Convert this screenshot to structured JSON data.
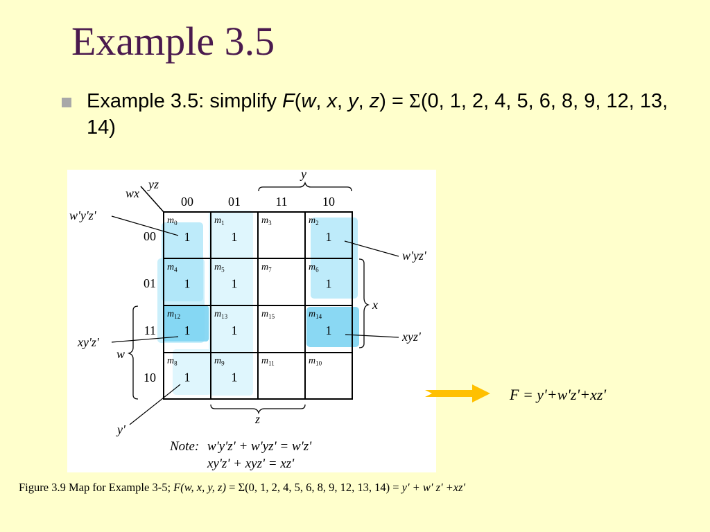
{
  "slide": {
    "title": "Example 3.5",
    "bullet": {
      "prefix": "Example 3.5: simplify ",
      "F": "F",
      "open": "(",
      "w": "w",
      "sep1": ", ",
      "x": "x",
      "sep2": ", ",
      "y": "y",
      "sep3": ", ",
      "z": "z",
      "close": ") = ",
      "sigma": "Σ",
      "minterms": "(0, 1, 2, 4, 5, 6, 8, 9, 12, 13, 14)"
    },
    "result": "F = y'+w'z'+xz'",
    "caption": {
      "text1": "Figure 3.9 Map for Example 3-5; ",
      "func": "F",
      "args": "(w, x, y, z)",
      "text2": " = Σ(0, 1, 2, 4, 5, 6, 8, 9, 12, 13, 14) = ",
      "expr": "y' + w' z' +xz'"
    }
  },
  "kmap": {
    "corner_col_var": "yz",
    "corner_row_var": "wx",
    "col_headers": [
      "00",
      "01",
      "11",
      "10"
    ],
    "row_headers": [
      "00",
      "01",
      "11",
      "10"
    ],
    "brace_labels": {
      "top": "y",
      "right": "x",
      "bottom": "z",
      "left": "w"
    },
    "cells": [
      [
        {
          "m": "0",
          "v": "1"
        },
        {
          "m": "1",
          "v": "1"
        },
        {
          "m": "3",
          "v": ""
        },
        {
          "m": "2",
          "v": "1"
        }
      ],
      [
        {
          "m": "4",
          "v": "1"
        },
        {
          "m": "5",
          "v": "1"
        },
        {
          "m": "7",
          "v": ""
        },
        {
          "m": "6",
          "v": "1"
        }
      ],
      [
        {
          "m": "12",
          "v": "1"
        },
        {
          "m": "13",
          "v": "1"
        },
        {
          "m": "15",
          "v": ""
        },
        {
          "m": "14",
          "v": "1"
        }
      ],
      [
        {
          "m": "8",
          "v": "1"
        },
        {
          "m": "9",
          "v": "1"
        },
        {
          "m": "11",
          "v": ""
        },
        {
          "m": "10",
          "v": ""
        }
      ]
    ],
    "group_labels": {
      "top_left": "w'y'z'",
      "top_right": "w'yz'",
      "mid_left": "xy'z'",
      "mid_right": "xyz'",
      "bottom_left": "y'"
    },
    "note_label": "Note:",
    "note_line1": "w'y'z' + w'yz' = w'z'",
    "note_line2": "xy'z' + xyz' = xz'",
    "colors": {
      "group_light": "#dff6fd",
      "group_mid": "#a8e4f8",
      "group_strong": "#7dd4f2",
      "arrow": "#ffc000"
    }
  }
}
